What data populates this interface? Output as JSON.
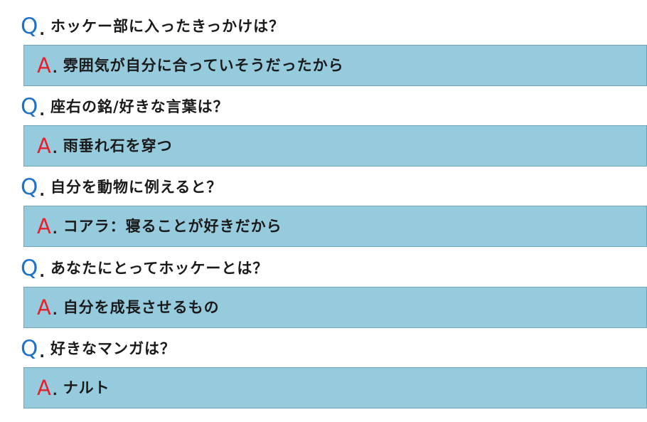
{
  "q_label": "Q",
  "a_label": "A",
  "separator": ".",
  "items": [
    {
      "question": "ホッケー部に入ったきっかけは？",
      "answer": "雰囲気が自分に合っていそうだったから"
    },
    {
      "question": "座右の銘/好きな言葉は？",
      "answer": "雨垂れ石を穿つ"
    },
    {
      "question": "自分を動物に例えると？",
      "answer": "コアラ：寝ることが好きだから"
    },
    {
      "question": "あなたにとってホッケーとは？",
      "answer": "自分を成長させるもの"
    },
    {
      "question": "好きなマンガは？",
      "answer": "ナルト"
    }
  ],
  "colors": {
    "q_mark": "#1e72c8",
    "a_mark": "#e8202b",
    "answer_background": "#96cbde"
  }
}
